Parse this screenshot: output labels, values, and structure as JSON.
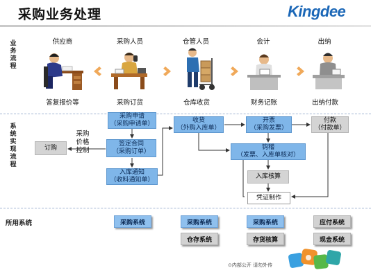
{
  "header": {
    "title": "采购业务处理",
    "logo": "Kingdee"
  },
  "side_labels": {
    "business_flow": "业务流程",
    "system_flow": "系统实现流程",
    "systems_used": "所用系统"
  },
  "roles": [
    {
      "name": "供应商",
      "action": "答复报价等",
      "icon": "supplier-desk-figure"
    },
    {
      "name": "采购人员",
      "action": "采购订货",
      "icon": "purchaser-phone-figure"
    },
    {
      "name": "仓管人员",
      "action": "仓库收货",
      "icon": "warehouse-handcart-figure"
    },
    {
      "name": "会计",
      "action": "财务记账",
      "icon": "accountant-figure"
    },
    {
      "name": "出纳",
      "action": "出纳付款",
      "icon": "cashier-figure"
    }
  ],
  "flow": {
    "order": "订购",
    "control_text": "采购\n价格\n控制",
    "purchase_request": [
      "采购申请",
      "（采购申请单）"
    ],
    "sign_contract": [
      "签定合同",
      "（采购订单）"
    ],
    "receipt_notice": [
      "入库通知",
      "（收料通知单）"
    ],
    "receive": [
      "收货",
      "（外购入库单）"
    ],
    "invoice": [
      "开票",
      "（采购发票）"
    ],
    "hook": [
      "钩稽",
      "（发票、入库单核对）"
    ],
    "inbound_accounting": "入库核算",
    "voucher": "凭证制作",
    "payment": [
      "付款",
      "（付款单）"
    ]
  },
  "systems": {
    "col1": [
      "采购系统"
    ],
    "col2": [
      "采购系统",
      "仓存系统"
    ],
    "col3": [
      "采购系统",
      "存货核算"
    ],
    "col4": [
      "应付系统",
      "现金系统"
    ]
  },
  "footer": {
    "note": "⊙内部公开 请勿外传"
  },
  "colors": {
    "box_blue": "#7fb6e9",
    "box_grey": "#d4d4d4",
    "brand": "#1b67b7",
    "arrow_orange": "#f0a95a"
  }
}
